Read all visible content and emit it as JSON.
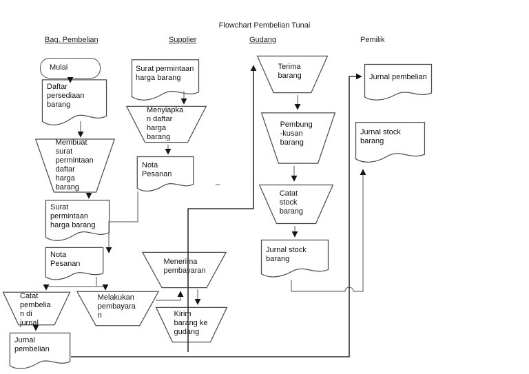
{
  "title": "Flowchart Pembelian Tunai",
  "lanes": {
    "bag_pembelian": "Bag. Pembelian",
    "supplier": "Supplier",
    "gudang": "Gudang",
    "pemilik": "Pemilik"
  },
  "nodes": {
    "mulai": "Mulai",
    "daftar_persediaan": "Daftar\npersediaan\nbarang",
    "membuat_surat": "Membuat\nsurat\npermintaan\ndaftar\nharga\nbarang",
    "surat_permintaan_bag": "Surat\npermintaan\nharga barang",
    "nota_pesanan_bag": "Nota\nPesanan",
    "catat_pembelian": "Catat\npembelia\nn di\njurnal",
    "jurnal_pembelian_bag": "Jurnal\npembelian",
    "melakukan_pembayaran": "Melakukan\npembayara\nn",
    "surat_permintaan_sup": "Surat permintaan\nharga barang",
    "menyiapkan_daftar": "Menyiapka\nn daftar\nharga\nbarang",
    "nota_pesanan_sup": "Nota\nPesanan",
    "menerima_pembayaran": "Menerima\npembayaran",
    "kirim_barang": "Kirim\nbarang ke\ngudang",
    "terima_barang": "Terima\nbarang",
    "pembungkusan_barang": "Pembung\n-kusan\nbarang",
    "catat_stock": "Catat\nstock\nbarang",
    "jurnal_stock_gudang": "Jurnal stock\nbarang",
    "jurnal_pembelian_pemilik": "Jurnal pembelian",
    "jurnal_stock_pemilik": "Jurnal stock\nbarang"
  },
  "annotations": {
    "dash": "–"
  },
  "colors": {
    "shape_stroke": "#4c4c4c",
    "wire": "#6f6f6f",
    "arrowhead": "#141414",
    "background": "#ffffff"
  }
}
